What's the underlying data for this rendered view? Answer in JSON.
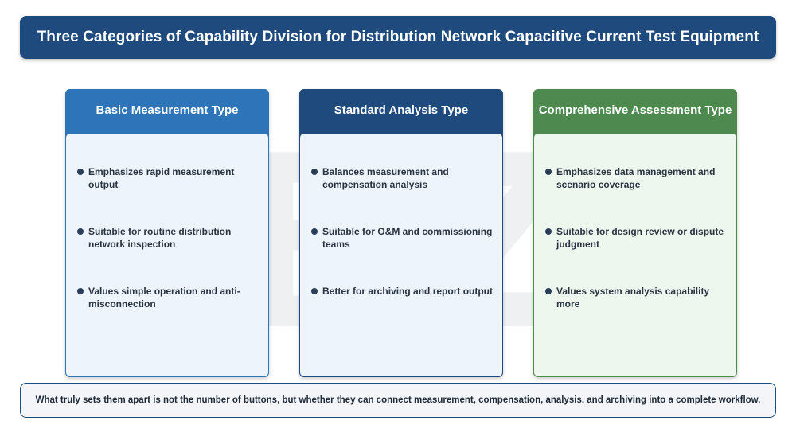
{
  "title": "Three Categories of Capability Division for Distribution Network Capacitive Current Test Equipment",
  "cards": [
    {
      "header": "Basic Measurement Type",
      "color": "#2e74b8",
      "bullets": [
        "Emphasizes rapid measurement output",
        "Suitable for routine distribution network inspection",
        "Values simple operation and anti-misconnection"
      ]
    },
    {
      "header": "Standard Analysis Type",
      "color": "#1f4a7e",
      "bullets": [
        "Balances measurement and compensation analysis",
        "Suitable for O&M and commissioning teams",
        "Better for archiving and report output"
      ]
    },
    {
      "header": "Comprehensive Assessment Type",
      "color": "#4e8a4f",
      "bullets": [
        "Emphasizes data management and scenario coverage",
        "Suitable for design review or dispute judgment",
        "Values system analysis capability more"
      ]
    }
  ],
  "footer": "What truly sets them apart is not the number of buttons, but whether they can connect measurement, compensation, analysis, and archiving into a complete workflow.",
  "watermark": "GBZX"
}
